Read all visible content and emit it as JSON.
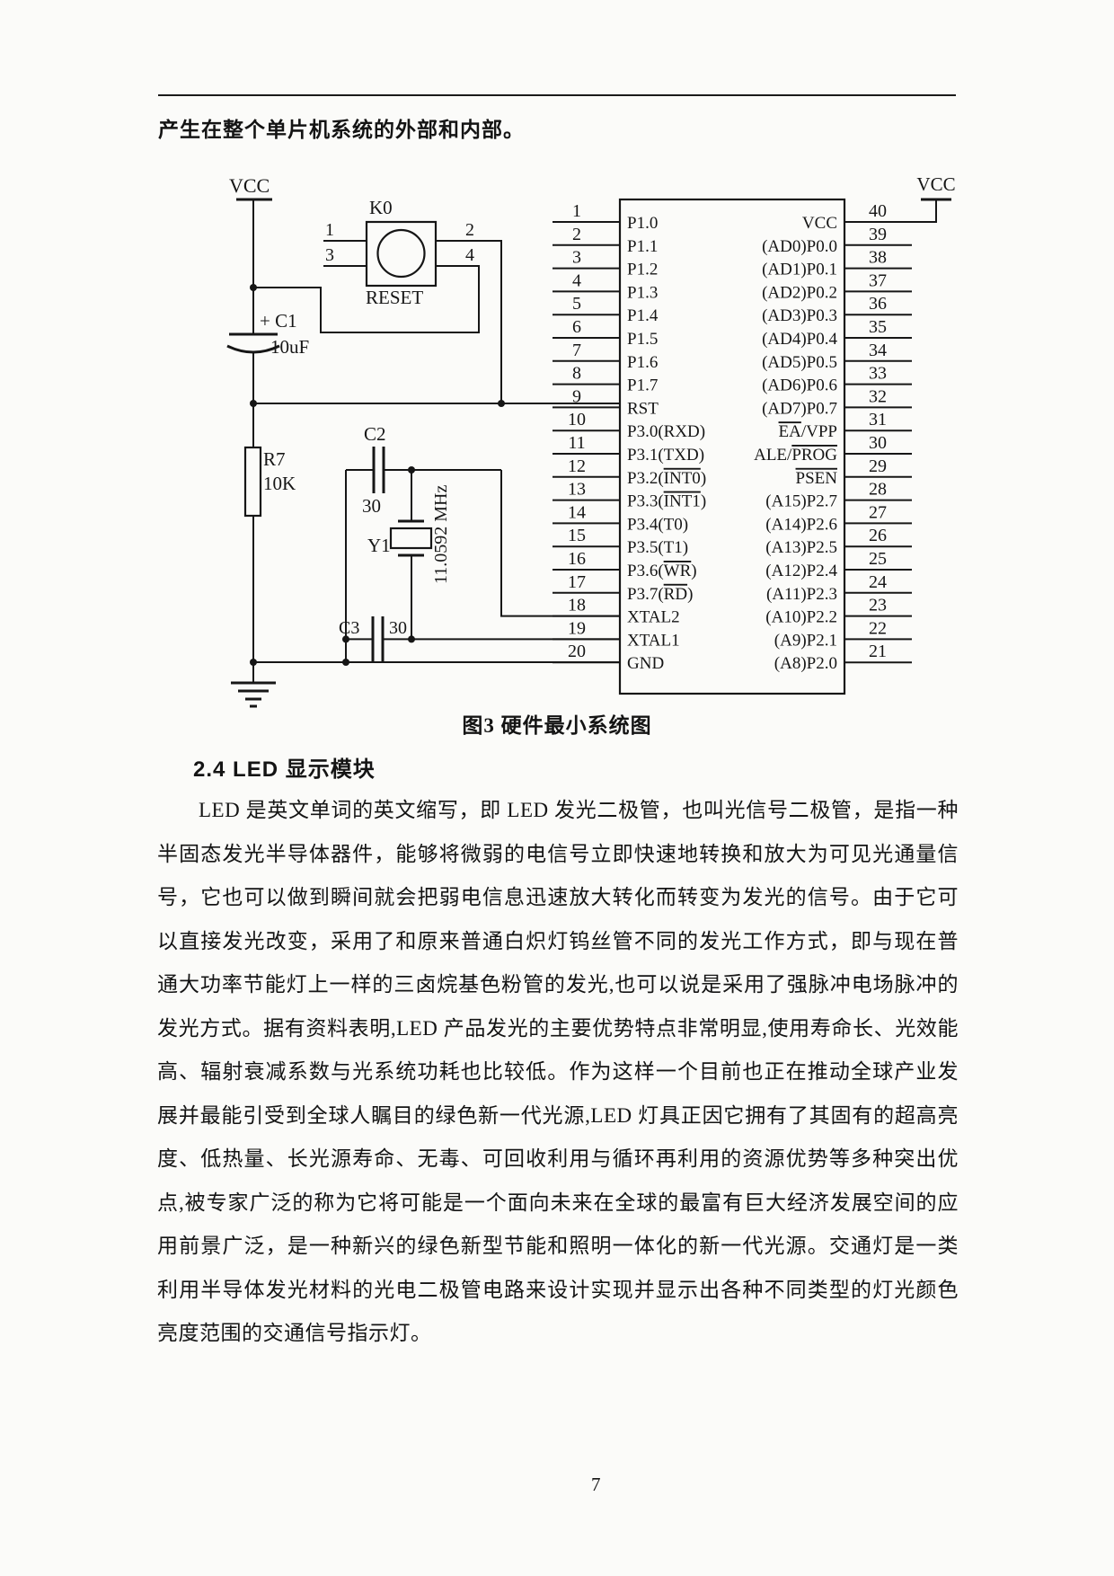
{
  "page": {
    "intro_line": "产生在整个单片机系统的外部和内部。",
    "figure_caption": "图3 硬件最小系统图",
    "section_heading": "2.4 LED 显示模块",
    "body_paragraph": "LED 是英文单词的英文缩写，即 LED 发光二极管，也叫光信号二极管，是指一种半固态发光半导体器件，能够将微弱的电信号立即快速地转换和放大为可见光通量信号，它也可以做到瞬间就会把弱电信息迅速放大转化而转变为发光的信号。由于它可以直接发光改变，采用了和原来普通白炽灯钨丝管不同的发光工作方式，即与现在普通大功率节能灯上一样的三卤烷基色粉管的发光,也可以说是采用了强脉冲电场脉冲的发光方式。据有资料表明,LED 产品发光的主要优势特点非常明显,使用寿命长、光效能高、辐射衰减系数与光系统功耗也比较低。作为这样一个目前也正在推动全球产业发展并最能引受到全球人瞩目的绿色新一代光源,LED 灯具正因它拥有了其固有的超高亮度、低热量、长光源寿命、无毒、可回收利用与循环再利用的资源优势等多种突出优点,被专家广泛的称为它将可能是一个面向未来在全球的最富有巨大经济发展空间的应用前景广泛，是一种新兴的绿色新型节能和照明一体化的新一代光源。交通灯是一类利用半导体发光材料的光电二极管电路来设计实现并显示出各种不同类型的灯光颜色亮度范围的交通信号指示灯。",
    "page_number": "7"
  },
  "circuit": {
    "labels": {
      "vcc_left": "VCC",
      "vcc_right": "VCC",
      "k0": "K0",
      "reset": "RESET",
      "sw_pin1": "1",
      "sw_pin2": "2",
      "sw_pin3": "3",
      "sw_pin4": "4",
      "c1_name": "+ C1",
      "c1_value": "10uF",
      "r7_name": "R7",
      "r7_value": "10K",
      "c2_name": "C2",
      "c2_value": "30",
      "c3_name": "C3",
      "c3_value": "30",
      "y1_name": "Y1",
      "y1_freq": "11.0592 MHz",
      "gnd_pin_num": "20"
    },
    "chip": {
      "left_pins": [
        {
          "num": "1",
          "label": {
            "pre": "P1.0"
          }
        },
        {
          "num": "2",
          "label": {
            "pre": "P1.1"
          }
        },
        {
          "num": "3",
          "label": {
            "pre": "P1.2"
          }
        },
        {
          "num": "4",
          "label": {
            "pre": "P1.3"
          }
        },
        {
          "num": "5",
          "label": {
            "pre": "P1.4"
          }
        },
        {
          "num": "6",
          "label": {
            "pre": "P1.5"
          }
        },
        {
          "num": "7",
          "label": {
            "pre": "P1.6"
          }
        },
        {
          "num": "8",
          "label": {
            "pre": "P1.7"
          }
        },
        {
          "num": "9",
          "label": {
            "pre": "RST"
          }
        },
        {
          "num": "10",
          "label": {
            "pre": "P3.0(RXD)"
          }
        },
        {
          "num": "11",
          "label": {
            "pre": "P3.1(TXD)"
          }
        },
        {
          "num": "12",
          "label": {
            "pre": "P3.2(",
            "over": "INT0",
            "post": ")"
          }
        },
        {
          "num": "13",
          "label": {
            "pre": "P3.3(",
            "over": "INT1",
            "post": ")"
          }
        },
        {
          "num": "14",
          "label": {
            "pre": "P3.4(T0)"
          }
        },
        {
          "num": "15",
          "label": {
            "pre": "P3.5(T1)"
          }
        },
        {
          "num": "16",
          "label": {
            "pre": "P3.6(",
            "over": "WR",
            "post": ")"
          }
        },
        {
          "num": "17",
          "label": {
            "pre": "P3.7(",
            "over": "RD",
            "post": ")"
          }
        },
        {
          "num": "18",
          "label": {
            "pre": "XTAL2"
          }
        },
        {
          "num": "19",
          "label": {
            "pre": "XTAL1"
          }
        },
        {
          "num": "20",
          "label": {
            "pre": "GND"
          }
        }
      ],
      "right_pins": [
        {
          "num": "40",
          "label": {
            "pre": "VCC"
          }
        },
        {
          "num": "39",
          "label": {
            "pre": "(AD0)P0.0"
          }
        },
        {
          "num": "38",
          "label": {
            "pre": "(AD1)P0.1"
          }
        },
        {
          "num": "37",
          "label": {
            "pre": "(AD2)P0.2"
          }
        },
        {
          "num": "36",
          "label": {
            "pre": "(AD3)P0.3"
          }
        },
        {
          "num": "35",
          "label": {
            "pre": "(AD4)P0.4"
          }
        },
        {
          "num": "34",
          "label": {
            "pre": "(AD5)P0.5"
          }
        },
        {
          "num": "33",
          "label": {
            "pre": "(AD6)P0.6"
          }
        },
        {
          "num": "32",
          "label": {
            "pre": "(AD7)P0.7"
          }
        },
        {
          "num": "31",
          "label": {
            "over": "EA",
            "post": "/VPP"
          }
        },
        {
          "num": "30",
          "label": {
            "pre": "ALE/",
            "over": "PROG"
          }
        },
        {
          "num": "29",
          "label": {
            "over": "PSEN"
          }
        },
        {
          "num": "28",
          "label": {
            "pre": "(A15)P2.7"
          }
        },
        {
          "num": "27",
          "label": {
            "pre": "(A14)P2.6"
          }
        },
        {
          "num": "26",
          "label": {
            "pre": "(A13)P2.5"
          }
        },
        {
          "num": "25",
          "label": {
            "pre": "(A12)P2.4"
          }
        },
        {
          "num": "24",
          "label": {
            "pre": "(A11)P2.3"
          }
        },
        {
          "num": "23",
          "label": {
            "pre": "(A10)P2.2"
          }
        },
        {
          "num": "22",
          "label": {
            "pre": "(A9)P2.1"
          }
        },
        {
          "num": "21",
          "label": {
            "pre": "(A8)P2.0"
          }
        }
      ]
    }
  }
}
